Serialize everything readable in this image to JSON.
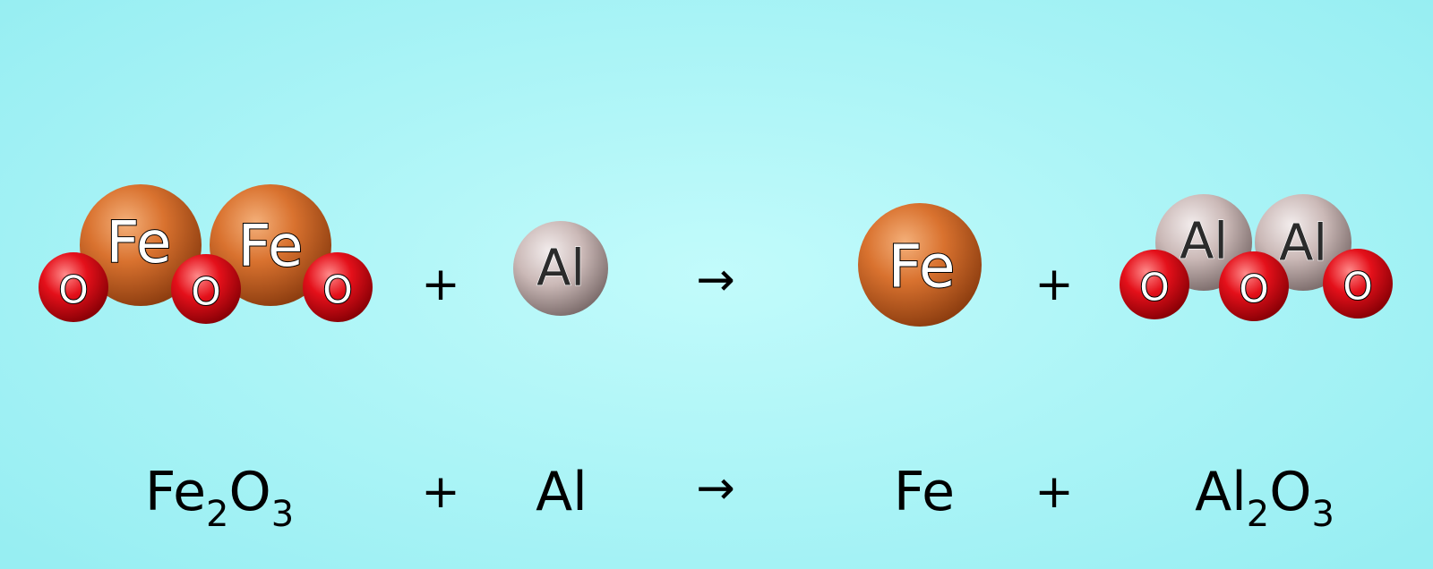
{
  "equation": {
    "molecules": {
      "fe2o3": {
        "atoms": [
          "O",
          "Fe",
          "O",
          "Fe",
          "O"
        ]
      },
      "al": {
        "atoms": [
          "Al"
        ]
      },
      "fe": {
        "atoms": [
          "Fe"
        ]
      },
      "al2o3": {
        "atoms": [
          "O",
          "Al",
          "O",
          "Al",
          "O"
        ]
      }
    },
    "plus": "+",
    "arrow": "→",
    "formulas": {
      "fe2o3": {
        "el1": "Fe",
        "n1": "2",
        "el2": "O",
        "n2": "3"
      },
      "al": {
        "text": "Al"
      },
      "fe": {
        "text": "Fe"
      },
      "al2o3": {
        "el1": "Al",
        "n1": "2",
        "el2": "O",
        "n2": "3"
      }
    }
  },
  "colors": {
    "iron": "#d9722f",
    "iron_highlight": "#f4b07a",
    "iron_shadow": "#8e3e10",
    "aluminium": "#cbb9b7",
    "aluminium_highlight": "#f3eded",
    "aluminium_shadow": "#7e6e6d",
    "oxygen": "#e4101a",
    "oxygen_highlight": "#ff8a8a",
    "oxygen_shadow": "#8a0006"
  }
}
